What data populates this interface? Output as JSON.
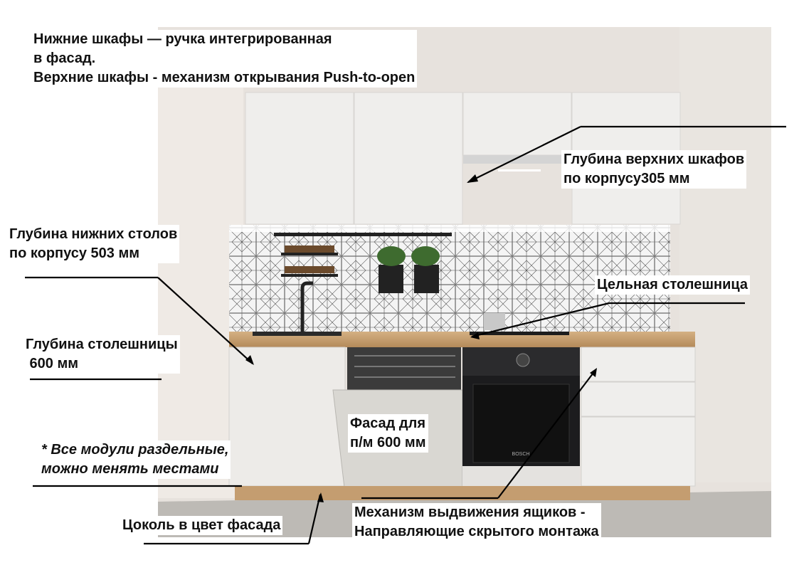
{
  "annotations": {
    "handles": {
      "line1": "Нижние шкафы — ручка интегрированная",
      "line2": "в фасад.",
      "line3": "Верхние шкафы - механизм открывания Push-to-open"
    },
    "upper_depth": {
      "line1": "Глубина верхних шкафов",
      "line2": "по корпусу305 мм"
    },
    "lower_depth": {
      "line1": "Глубина нижних столов",
      "line2": "по корпусу 503 мм"
    },
    "countertop_depth": {
      "line1": "Глубина столешницы",
      "line2": " 600 мм"
    },
    "countertop_solid": {
      "line1": "Цельная столешница"
    },
    "dishwasher_facade": {
      "line1": "Фасад для",
      "line2": "п/м 600 мм"
    },
    "modules_note": {
      "line1": "* Все модули раздельные,",
      "line2": "можно менять местами"
    },
    "plinth": {
      "line1": "Цоколь в цвет фасада"
    },
    "drawers": {
      "line1": "Механизм выдвижения ящиков -",
      "line2": "Направляющие скрытого монтажа"
    }
  },
  "appliance_brand": "BOSCH",
  "colors": {
    "facade": "#ecebe9",
    "countertop": "#c9a476",
    "wall": "#e6e1dc",
    "floor": "#b9b6b1",
    "tile": "#f3f3f3",
    "oven": "#1c1c1e"
  }
}
